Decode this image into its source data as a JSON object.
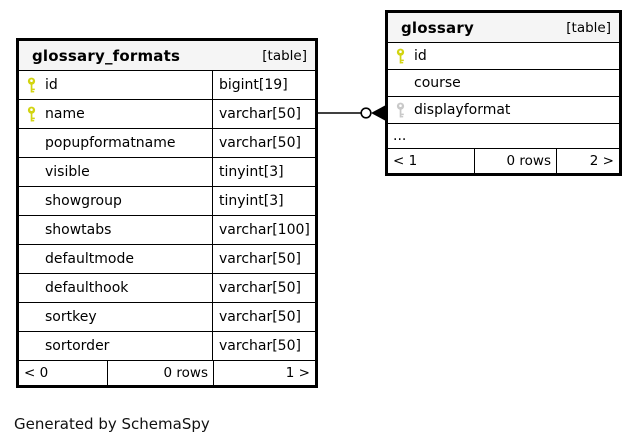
{
  "page": {
    "caption": "Generated by SchemaSpy"
  },
  "colors": {
    "pk_key": "#d2d411",
    "fk_key": "#c9c9c9",
    "header_bg": "#f5f5f5",
    "border": "#000000"
  },
  "relationship": {
    "from": "glossary_formats.name",
    "to": "glossary.displayformat",
    "end_glyph": "circle-arrow"
  },
  "tables": [
    {
      "name": "glossary_formats",
      "badge": "[table]",
      "columns": [
        {
          "name": "id",
          "type": "bigint[19]",
          "key": "primary"
        },
        {
          "name": "name",
          "type": "varchar[50]",
          "key": "primary"
        },
        {
          "name": "popupformatname",
          "type": "varchar[50]",
          "key": "none"
        },
        {
          "name": "visible",
          "type": "tinyint[3]",
          "key": "none"
        },
        {
          "name": "showgroup",
          "type": "tinyint[3]",
          "key": "none"
        },
        {
          "name": "showtabs",
          "type": "varchar[100]",
          "key": "none"
        },
        {
          "name": "defaultmode",
          "type": "varchar[50]",
          "key": "none"
        },
        {
          "name": "defaulthook",
          "type": "varchar[50]",
          "key": "none"
        },
        {
          "name": "sortkey",
          "type": "varchar[50]",
          "key": "none"
        },
        {
          "name": "sortorder",
          "type": "varchar[50]",
          "key": "none"
        }
      ],
      "footer": {
        "prev": "< 0",
        "rows": "0 rows",
        "next": "1 >"
      }
    },
    {
      "name": "glossary",
      "badge": "[table]",
      "columns": [
        {
          "name": "id",
          "key": "primary"
        },
        {
          "name": "course",
          "key": "none"
        },
        {
          "name": "displayformat",
          "key": "foreign"
        }
      ],
      "more_indicator": "...",
      "footer": {
        "prev": "< 1",
        "rows": "0 rows",
        "next": "2 >"
      }
    }
  ]
}
